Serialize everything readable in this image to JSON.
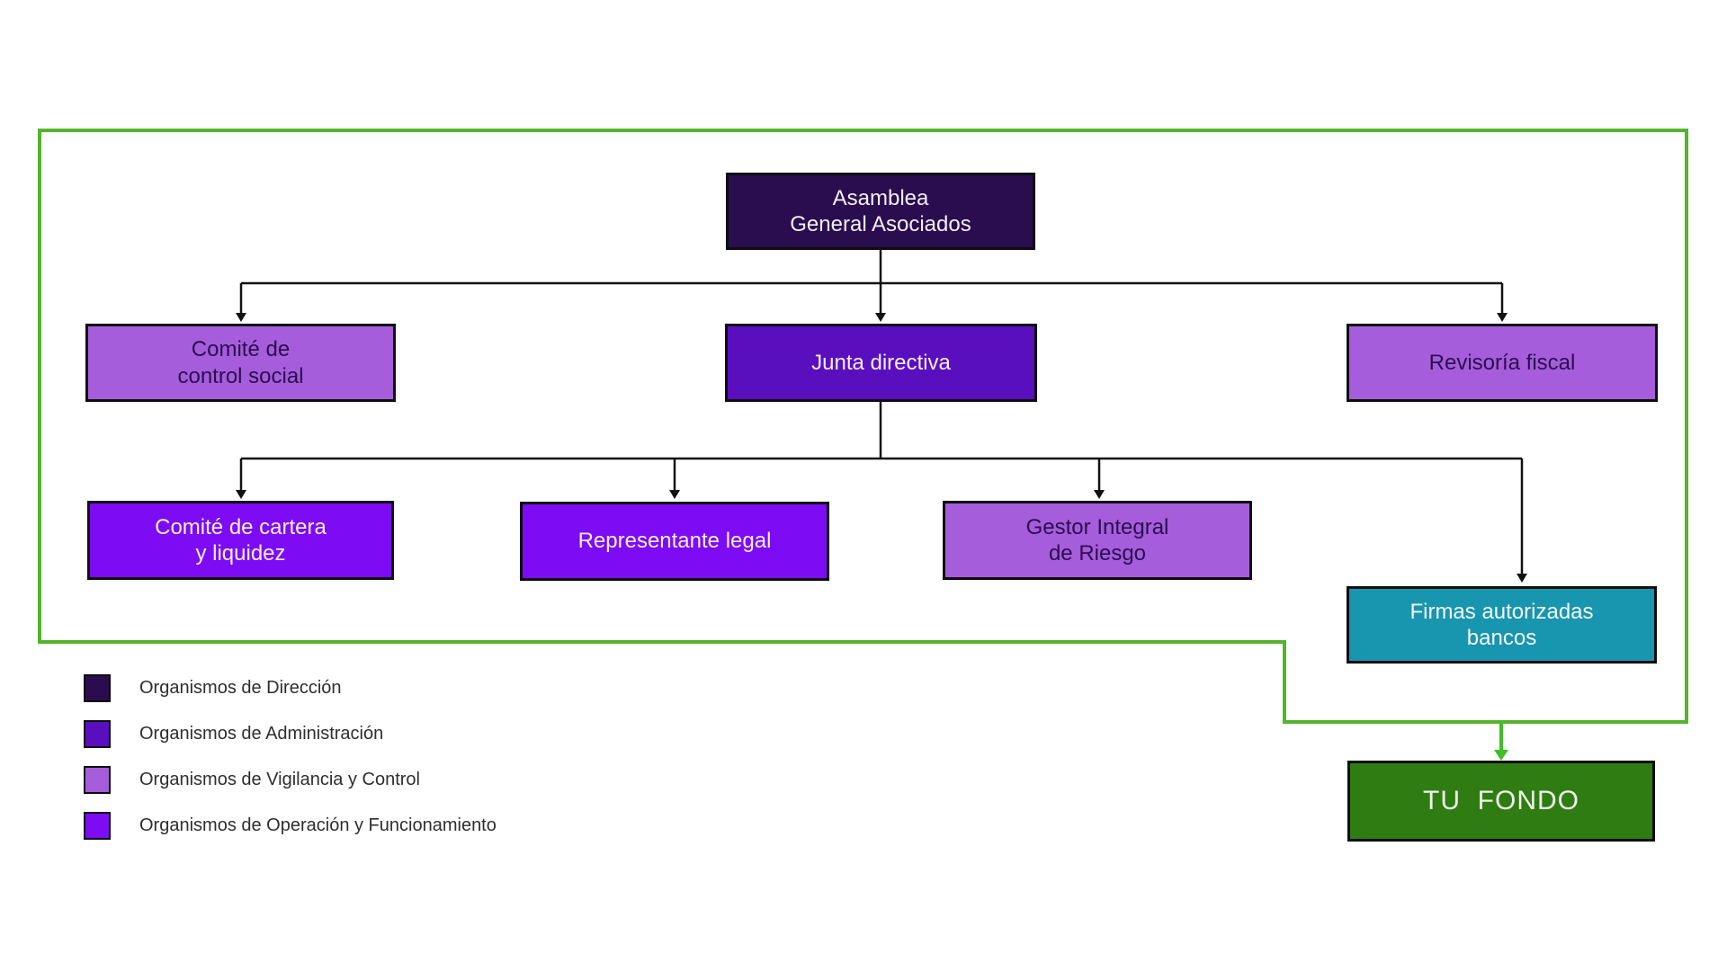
{
  "diagram": {
    "nodes": {
      "asamblea": {
        "label": "Asamblea\nGeneral Asociados",
        "bg": "#2A0D4F",
        "fg": "#F6EEF8"
      },
      "comite_control": {
        "label": "Comité de\ncontrol social",
        "bg": "#A65DDB",
        "fg": "#2A0D4F"
      },
      "junta": {
        "label": "Junta directiva",
        "bg": "#5A0FBF",
        "fg": "#F6EEF8"
      },
      "revisoria": {
        "label": "Revisoría fiscal",
        "bg": "#A65DDB",
        "fg": "#2A0D4F"
      },
      "cartera": {
        "label": "Comité de cartera\ny liquidez",
        "bg": "#7D0BF4",
        "fg": "#F6EEF8"
      },
      "representante": {
        "label": "Representante legal",
        "bg": "#7D0BF4",
        "fg": "#F6EEF8"
      },
      "gestor": {
        "label": "Gestor Integral\nde Riesgo",
        "bg": "#A65DDB",
        "fg": "#2A0D4F"
      },
      "firmas": {
        "label": "Firmas autorizadas\nbancos",
        "bg": "#1895AF",
        "fg": "#F4FBFC"
      },
      "tu_fondo": {
        "label": "TU  FONDO",
        "bg": "#2F7D12",
        "fg": "#EFF5EC"
      }
    },
    "legend": {
      "items": [
        {
          "label": "Organismos de Dirección",
          "color": "#2A0D4F"
        },
        {
          "label": "Organismos de Administración",
          "color": "#5A0FBF"
        },
        {
          "label": "Organismos de Vigilancia y Control",
          "color": "#A65DDB"
        },
        {
          "label": "Organismos de Operación y Funcionamiento",
          "color": "#7D0BF4"
        }
      ]
    },
    "colors": {
      "frame_green": "#54B42C",
      "arrow_green": "#3FBE27",
      "connector": "#111111"
    }
  }
}
